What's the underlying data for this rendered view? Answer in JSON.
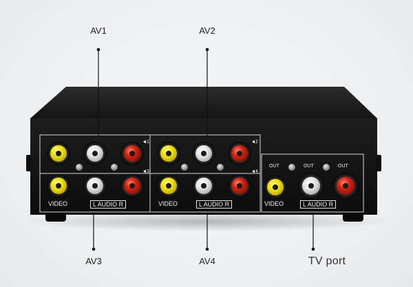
{
  "callouts": {
    "av1": "AV1",
    "av2": "AV2",
    "av3": "AV3",
    "av4": "AV4",
    "tv_port": "TV port"
  },
  "panel_labels": {
    "video": "VIDEO",
    "audio_lr": "L  AUDIO  R",
    "out": "OUT",
    "marker_1": "1",
    "marker_2": "2",
    "marker_3": "3",
    "marker_4": "4"
  },
  "colors": {
    "background": "#eff0f2",
    "box_body": "#161616",
    "video_jack": "#f2e205",
    "left_audio_jack": "#e9e9e9",
    "right_audio_jack": "#d5220d",
    "led": "#9a9a9a",
    "leader_line": "#111111"
  },
  "icons": {
    "input_marker": "triangle-left-icon",
    "led": "status-led-icon"
  }
}
